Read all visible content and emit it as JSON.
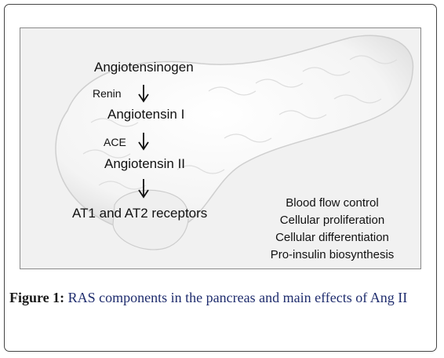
{
  "diagram": {
    "steps": {
      "angiotensinogen": "Angiotensinogen",
      "renin": "Renin",
      "angiotensin_i": "Angiotensin I",
      "ace": "ACE",
      "angiotensin_ii": "Angiotensin II",
      "receptors": "AT1 and AT2 receptors"
    },
    "effects": [
      "Blood flow control",
      "Cellular proliferation",
      "Cellular differentiation",
      "Pro-insulin biosynthesis"
    ]
  },
  "caption": {
    "label": "Figure 1:",
    "text": " RAS components in the pancreas and main effects of Ang II"
  },
  "colors": {
    "caption_text": "#1f2d6e",
    "organ": "#f7f7f7",
    "panel_bg": "#f1f1f1"
  },
  "icons": [
    "down-arrow-icon",
    "pancreas-illustration"
  ]
}
